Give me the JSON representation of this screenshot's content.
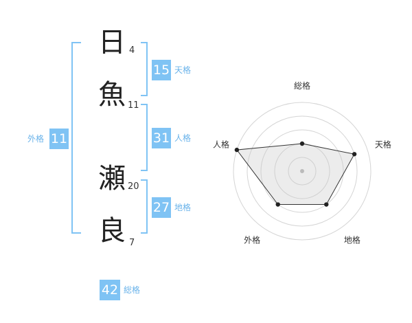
{
  "name": {
    "chars": [
      {
        "char": "日",
        "strokes": "4"
      },
      {
        "char": "魚",
        "strokes": "11"
      },
      {
        "char": "瀬",
        "strokes": "20"
      },
      {
        "char": "良",
        "strokes": "7"
      }
    ]
  },
  "kaku": {
    "tenkaku": {
      "value": "15",
      "label": "天格"
    },
    "jinkaku": {
      "value": "31",
      "label": "人格"
    },
    "chikaku": {
      "value": "27",
      "label": "地格"
    },
    "gaikaku": {
      "value": "11",
      "label": "外格"
    },
    "soukaku": {
      "value": "42",
      "label": "総格"
    }
  },
  "colors": {
    "accent": "#7fc3f4",
    "bracket": "#7fc3f4"
  },
  "chart_data": {
    "type": "radar",
    "axes": [
      "総格",
      "天格",
      "地格",
      "外格",
      "人格"
    ],
    "values": [
      2,
      4,
      3,
      3,
      5
    ],
    "max": 5,
    "rings": 5
  }
}
